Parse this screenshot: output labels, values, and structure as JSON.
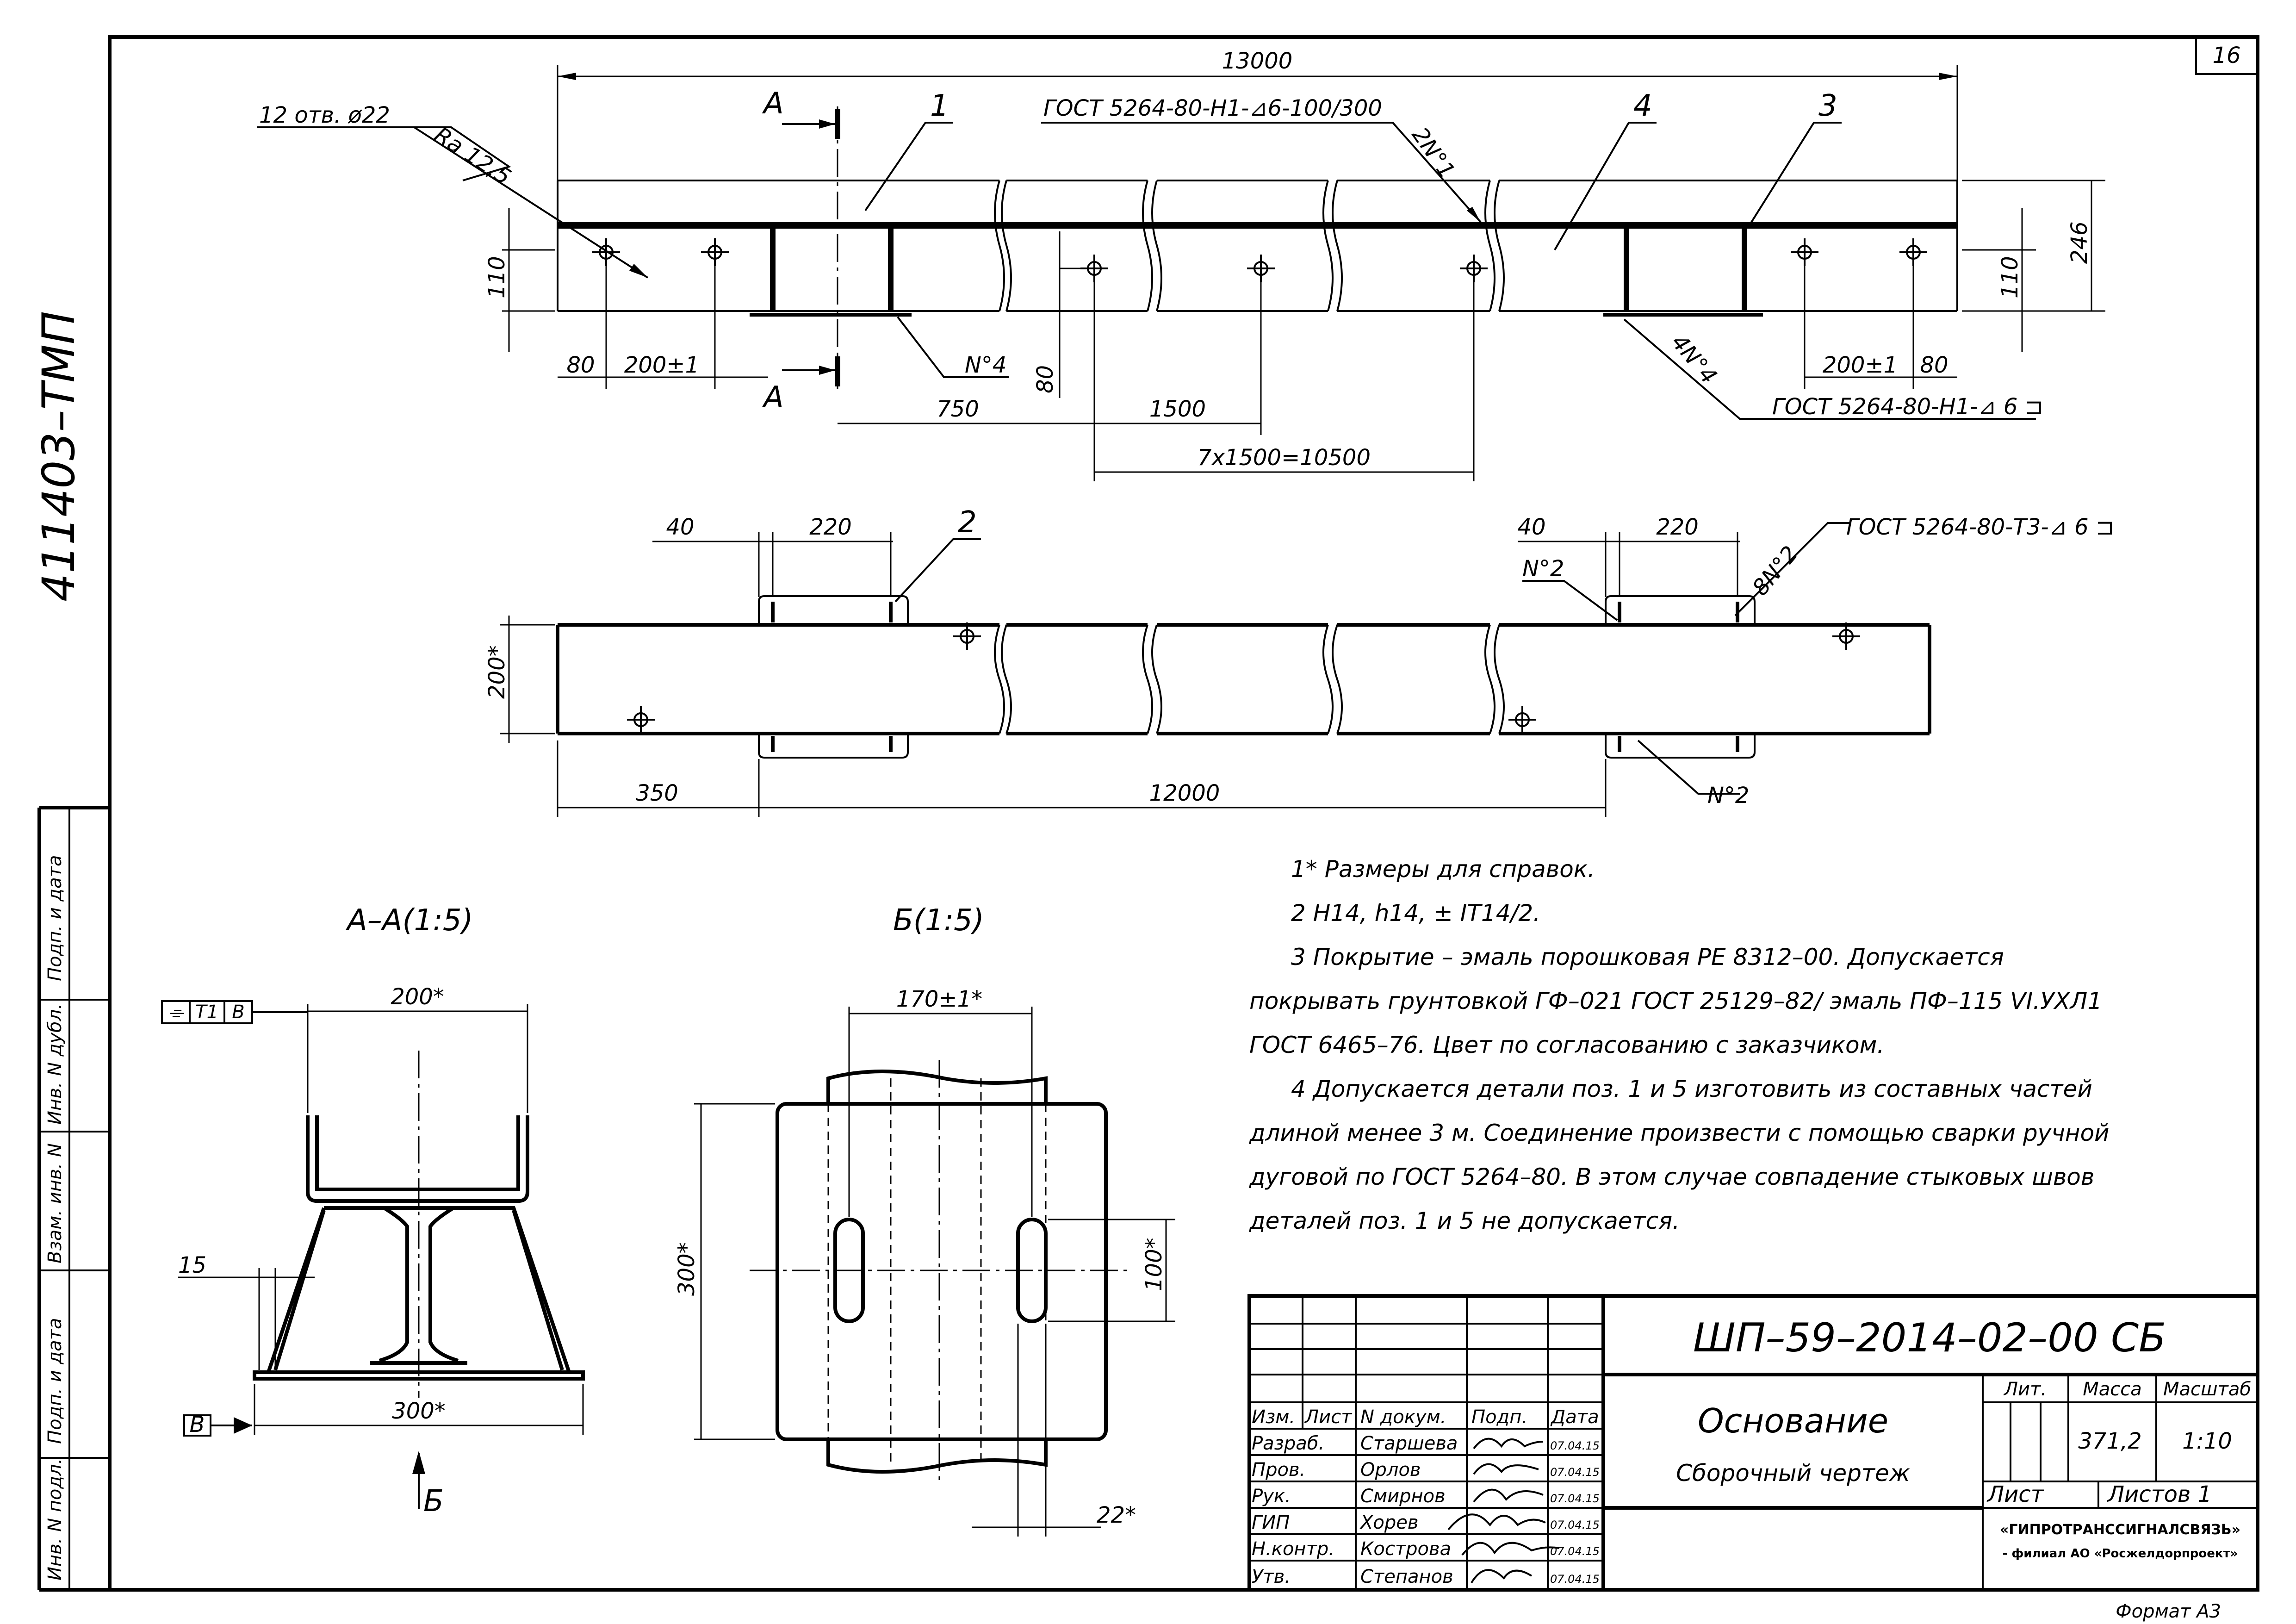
{
  "sheet_number": "16",
  "archive_code": "411403–ТМП",
  "format_label": "Формат А3",
  "side_stamp": [
    "Инв. N подл.",
    "Подп. и дата",
    "Взам. инв. N",
    "Инв. N дубл.",
    "Подп. и дата"
  ],
  "view_top": {
    "overall_length": "13000",
    "holes_note": "12 отв. ø22",
    "roughness": "Ra 12,5",
    "section_letter": "А",
    "pos_labels": [
      "1",
      "4",
      "3"
    ],
    "weld_note_top": "ГОСТ 5264-80-Н1-⊿6-100/300",
    "weld_note_bottom": "ГОСТ 5264-80-Н1-⊿ 6 ⊐",
    "weld_2n1": "2N°1",
    "weld_n4": "N°4",
    "weld_4n4": "4N°4",
    "dims": {
      "d80": "80",
      "d200": "200±1",
      "d750": "750",
      "d1500": "1500",
      "d80v": "80",
      "chain": "7x1500=10500",
      "d110": "110",
      "d246": "246"
    }
  },
  "view_plan": {
    "pos_label": "2",
    "d40": "40",
    "d220": "220",
    "d200star": "200*",
    "d350": "350",
    "d12000": "12000",
    "weld_n2": "N°2",
    "weld_8n2": "8N°2",
    "weld_note": "ГОСТ 5264-80-Т3-⊿ 6 ⊐"
  },
  "section_aa": {
    "title": "А–А(1:5)",
    "d200": "200*",
    "d15": "15",
    "d300": "300*",
    "datum": "В",
    "tolerance_frame": [
      "⌯",
      "Т1",
      "В"
    ],
    "view_arrow": "Б"
  },
  "view_b": {
    "title": "Б(1:5)",
    "d170": "170±1*",
    "d300": "300*",
    "d100": "100*",
    "d22": "22*"
  },
  "notes": [
    "1* Размеры для справок.",
    "2 Н14, h14, ± IT14/2.",
    "3 Покрытие – эмаль порошковая РЕ 8312–00. Допускается",
    "покрывать грунтовкой ГФ–021 ГОСТ 25129–82/ эмаль ПФ–115 VI.УХЛ1",
    "ГОСТ 6465–76. Цвет по согласованию с заказчиком.",
    "4 Допускается детали поз. 1 и 5 изготовить из составных частей",
    "длиной менее 3 м. Соединение произвести с помощью сварки ручной",
    "дуговой по ГОСТ 5264–80. В этом случае совпадение стыковых швов",
    "деталей поз. 1 и 5 не допускается."
  ],
  "title_block": {
    "designation": "ШП–59–2014–02–00 СБ",
    "name": "Основание",
    "doc_type": "Сборочный чертеж",
    "header": [
      "Изм.",
      "Лист",
      "N докум.",
      "Подп.",
      "Дата"
    ],
    "roles": [
      "Разраб.",
      "Пров.",
      "Рук.",
      "ГИП",
      "Н.контр.",
      "Утв."
    ],
    "people": [
      "Старшева",
      "Орлов",
      "Смирнов",
      "Хорев",
      "Кострова",
      "Степанов"
    ],
    "dates": [
      "07.04.15",
      "07.04.15",
      "07.04.15",
      "07.04.15",
      "07.04.15",
      "07.04.15"
    ],
    "lit_label": "Лит.",
    "mass_label": "Масса",
    "scale_label": "Масштаб",
    "mass": "371,2",
    "scale": "1:10",
    "sheet_label": "Лист",
    "sheets_label": "Листов 1",
    "org1": "«ГИПРОТРАНССИГНАЛСВЯЗЬ»",
    "org2": "- филиал АО «Росжелдорпроект»"
  }
}
